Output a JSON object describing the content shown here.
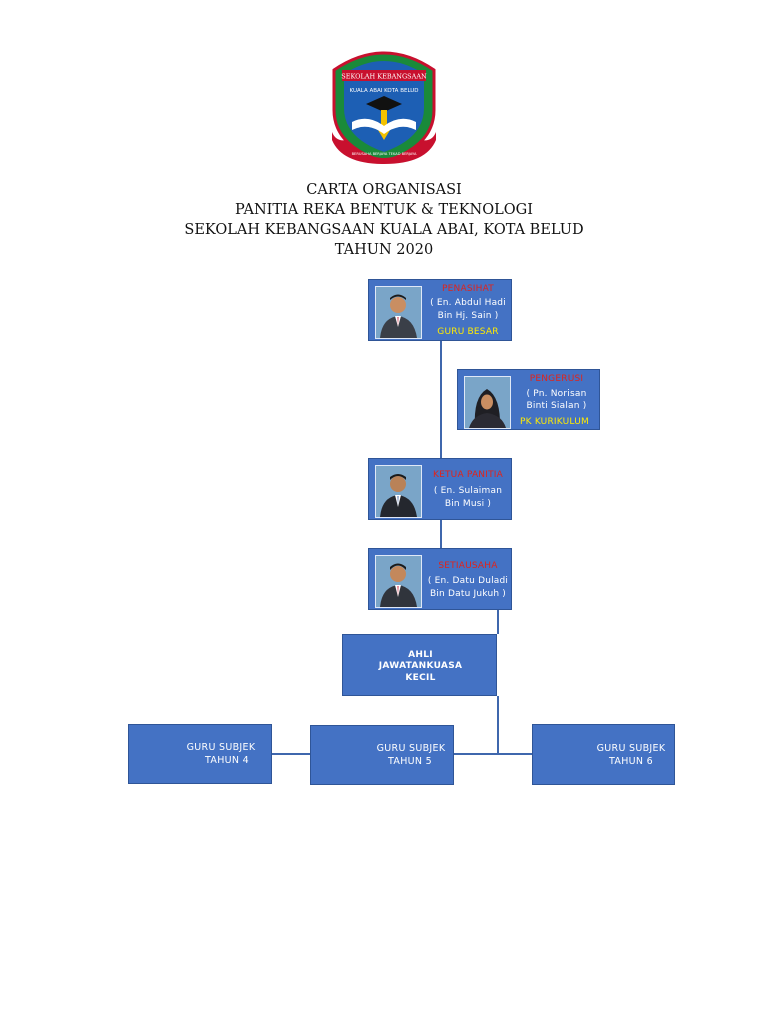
{
  "logo": {
    "banner_text": "SEKOLAH KEBANGSAAN",
    "school_text": "KUALA ABAI KOTA BELUD",
    "motto_text": "BERUSAHA BERJAYA TEKAD BERJAYA"
  },
  "title": {
    "line1": "CARTA ORGANISASI",
    "line2": "PANITIA REKA BENTUK & TEKNOLOGI",
    "line3": "SEKOLAH KEBANGSAAN KUALA ABAI, KOTA BELUD",
    "line4": "TAHUN 2020"
  },
  "penasihat": {
    "role": "PENASIHAT",
    "name1": "( En. Abdul Hadi",
    "name2": "Bin Hj. Sain )",
    "position": "GURU BESAR"
  },
  "pengerusi": {
    "role": "PENGERUSI",
    "name1": "( Pn. Norisan",
    "name2": "Binti Sialan )",
    "position": "PK KURIKULUM"
  },
  "ketua": {
    "role": "KETUA PANITIA",
    "name1": "( En. Sulaiman",
    "name2": "Bin Musi )"
  },
  "setiausaha": {
    "role": "SETIAUSAHA",
    "name1": "( En. Datu Duladi",
    "name2": "Bin Datu Jukuh )"
  },
  "ajk": {
    "line1": "AHLI",
    "line2": "JAWATANKUASA",
    "line3": "KECIL"
  },
  "guru": [
    {
      "line1": "GURU SUBJEK",
      "line2": "TAHUN 4"
    },
    {
      "line1": "GURU SUBJEK",
      "line2": "TAHUN 5"
    },
    {
      "line1": "GURU SUBJEK",
      "line2": "TAHUN 6"
    }
  ],
  "colors": {
    "box_fill": "#4472c4",
    "role_text": "#e0241b",
    "position_text": "#ffeb00",
    "connector": "#3f67ad"
  }
}
